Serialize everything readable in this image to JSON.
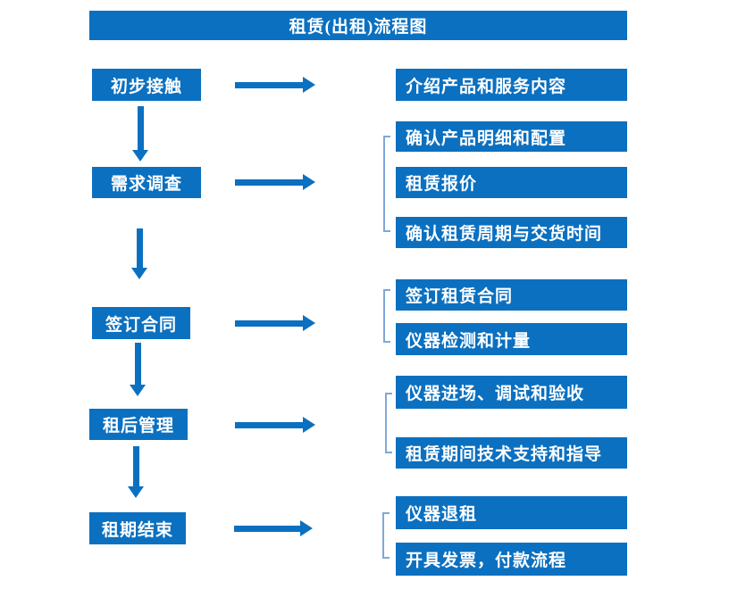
{
  "title": "租赁(出租)流程图",
  "colors": {
    "primary_blue": "#0b70c0",
    "bracket_blue": "#7fa8da",
    "text": "#ffffff",
    "background": "#ffffff"
  },
  "icons": {
    "flow_arrow": "arrow-right-icon",
    "sequence_arrow": "arrow-down-icon",
    "group_marker": "left-bracket"
  },
  "rows": [
    {
      "step": "初步接触",
      "outputs": [
        "介绍产品和服务内容"
      ]
    },
    {
      "step": "需求调查",
      "outputs": [
        "确认产品明细和配置",
        "租赁报价",
        "确认租赁周期与交货时间"
      ]
    },
    {
      "step": "签订合同",
      "outputs": [
        "签订租赁合同",
        "仪器检测和计量"
      ]
    },
    {
      "step": "租后管理",
      "outputs": [
        "仪器进场、调试和验收",
        "租赁期间技术支持和指导"
      ]
    },
    {
      "step": "租期结束",
      "outputs": [
        "仪器退租",
        "开具发票，付款流程"
      ]
    }
  ]
}
